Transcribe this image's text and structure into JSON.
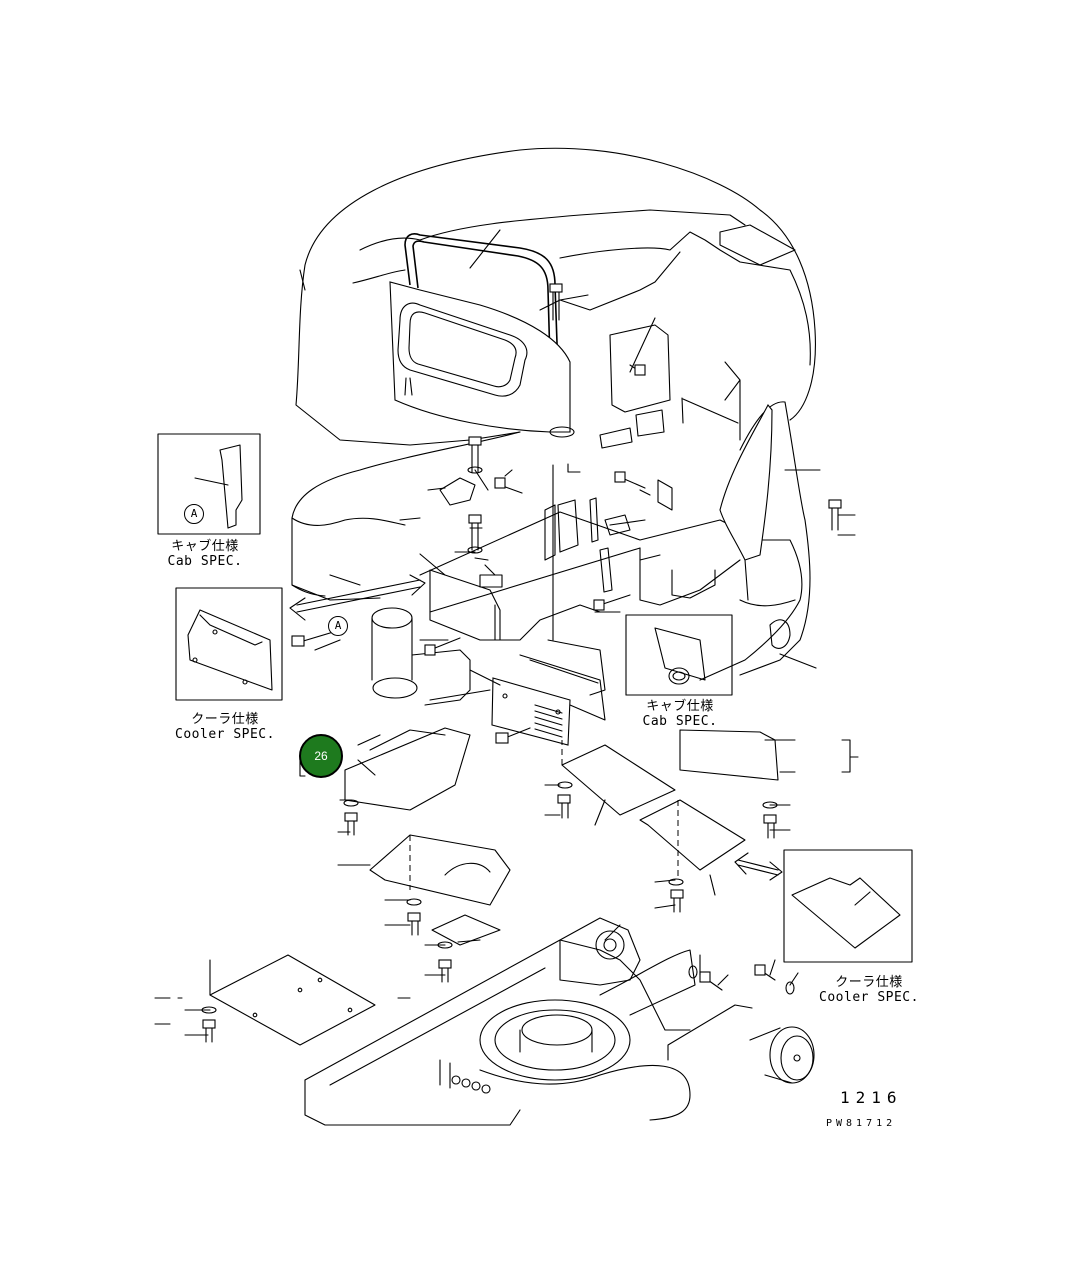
{
  "diagram": {
    "callouts": [
      {
        "id": "cab-spec-1",
        "jp": "キャブ仕様",
        "en": "Cab SPEC."
      },
      {
        "id": "cooler-spec-1",
        "jp": "クーラ仕様",
        "en": "Cooler SPEC."
      },
      {
        "id": "cab-spec-2",
        "jp": "キャブ仕様",
        "en": "Cab SPEC."
      },
      {
        "id": "cooler-spec-2",
        "jp": "クーラ仕様",
        "en": "Cooler SPEC."
      }
    ],
    "view_marker": "A",
    "reference_badge": "26",
    "page_number": "1216",
    "drawing_code": "PW81712",
    "colors": {
      "badge": "#1e7a1e",
      "line": "#000000",
      "background": "#ffffff"
    }
  }
}
